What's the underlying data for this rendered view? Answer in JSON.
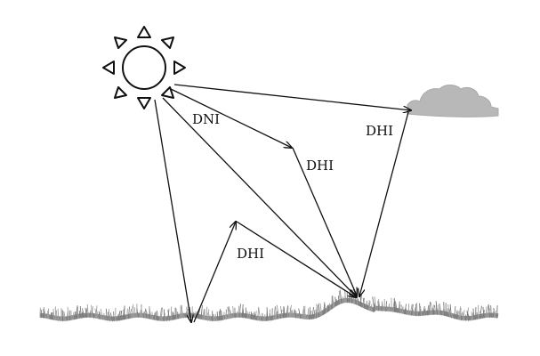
{
  "labels": {
    "dni": "DNI",
    "dhi_upper_middle": "DHI",
    "dhi_cloud": "DHI",
    "dhi_lower": "DHI"
  },
  "colors": {
    "ink": "#111111",
    "cloud": "#b8b8b8",
    "grass": "#8a8a8a",
    "background": "#ffffff"
  },
  "icons": {
    "sun": "sun-icon",
    "cloud": "cloud-icon",
    "ground": "grass-ground"
  }
}
